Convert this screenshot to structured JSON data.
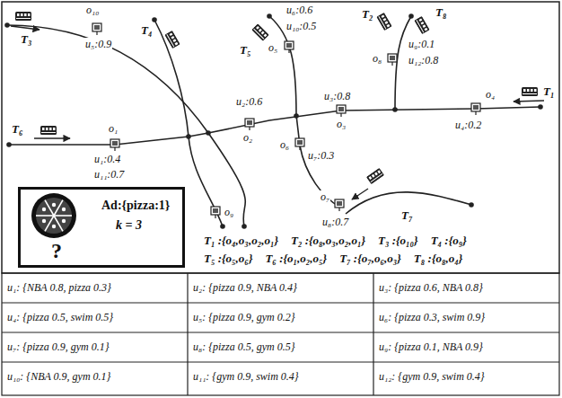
{
  "diagram": {
    "nodes": [
      {
        "text": [
          "Ad:{pizza:1}",
          "k = 3",
          "?"
        ]
      }
    ],
    "labels": [
      "T₃",
      "o₁₀",
      "u₅:0.9",
      "T₄",
      "T₅",
      "o₅",
      "u₆:0.6",
      "u₁₀:0.5",
      "T₂",
      "T₈",
      "o₈",
      "u₉:0.1",
      "u₁₂:0.8",
      "T₆",
      "o₁",
      "u₁:0.4",
      "u₁₁:0.7",
      "u₂:0.6",
      "o₂",
      "o₆",
      "u₇:0.3",
      "o₃",
      "u₃:0.8",
      "o₄",
      "T₁",
      "u₄:0.2",
      "o₉",
      "o₇",
      "u₈:0.7",
      "T₇",
      "T₁ :{o₄,o₃,o₂,o₁}",
      "T₂ :{o₈,o₃,o₂,o₁}",
      "T₃ :{o₁₀}",
      "T₄ :{o₉}",
      "T₅ :{o₅,o₆}",
      "T₆ :{o₁,o₂,o₅}",
      "T₇ :{o₇,o₆,o₃}",
      "T₈ :{o₈,o₄}",
      "u₁: {NBA 0.8, pizza 0.3}",
      "u₂: {pizza 0.9, NBA 0.4}",
      "u₃: {pizza 0.6, NBA 0.8}",
      "u₄: {pizza 0.5, swim 0.5}",
      "u₅: {pizza 0.9, gym 0.2}",
      "u₆: {pizza 0.3, swim 0.9}",
      "u₇: {pizza 0.9, gym 0.1}",
      "u₈: {pizza 0.5, gym 0.5}",
      "u₉: {pizza 0.1, NBA 0.9}",
      "u₁₀: {NBA 0.9, gym 0.1}",
      "u₁₁: {gym 0.9, swim 0.4}",
      "u₁₂: {gym 0.9, swim 0.4}"
    ]
  }
}
